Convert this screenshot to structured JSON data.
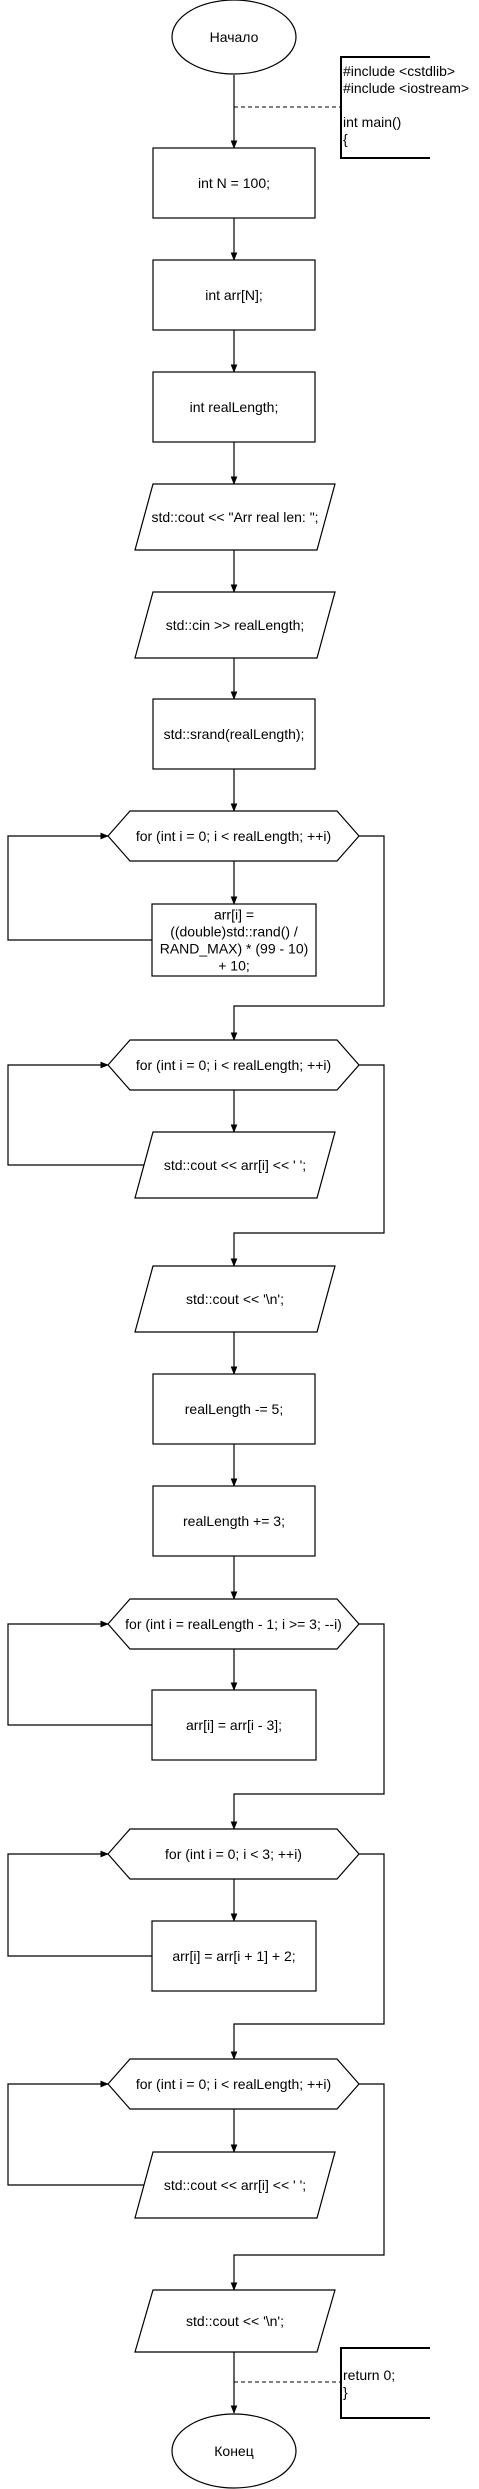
{
  "flowchart": {
    "start": "Начало",
    "end": "Конец",
    "annotation_top": [
      "#include <cstdlib>",
      "#include <iostream>",
      "",
      "int main()",
      "{"
    ],
    "annotation_bottom": [
      "return 0;",
      "}"
    ],
    "nodes": [
      {
        "kind": "process",
        "lines": [
          "int N = 100;"
        ]
      },
      {
        "kind": "process",
        "lines": [
          "int arr[N];"
        ]
      },
      {
        "kind": "process",
        "lines": [
          "int realLength;"
        ]
      },
      {
        "kind": "io",
        "lines": [
          "std::cout << \"Arr real len: \";"
        ]
      },
      {
        "kind": "io",
        "lines": [
          "std::cin >> realLength;"
        ]
      },
      {
        "kind": "process",
        "lines": [
          "std::srand(realLength);"
        ]
      },
      {
        "kind": "loop",
        "lines": [
          "for (int i = 0; i < realLength; ++i)"
        ]
      },
      {
        "kind": "process",
        "lines": [
          "arr[i] =",
          "((double)std::rand() /",
          "RAND_MAX) * (99 - 10)",
          "+ 10;"
        ]
      },
      {
        "kind": "loop",
        "lines": [
          "for (int i = 0; i < realLength; ++i)"
        ]
      },
      {
        "kind": "io",
        "lines": [
          "std::cout << arr[i] << ' ';"
        ]
      },
      {
        "kind": "io",
        "lines": [
          "std::cout << '\\n';"
        ]
      },
      {
        "kind": "process",
        "lines": [
          "realLength -= 5;"
        ]
      },
      {
        "kind": "process",
        "lines": [
          "realLength += 3;"
        ]
      },
      {
        "kind": "loop",
        "lines": [
          "for (int i = realLength - 1; i >= 3; --i)"
        ]
      },
      {
        "kind": "process",
        "lines": [
          "arr[i] = arr[i - 3];"
        ]
      },
      {
        "kind": "loop",
        "lines": [
          "for (int i = 0; i < 3; ++i)"
        ]
      },
      {
        "kind": "process",
        "lines": [
          "arr[i] = arr[i + 1] + 2;"
        ]
      },
      {
        "kind": "loop",
        "lines": [
          "for (int i = 0; i < realLength; ++i)"
        ]
      },
      {
        "kind": "io",
        "lines": [
          "std::cout << arr[i] << ' ';"
        ]
      },
      {
        "kind": "io",
        "lines": [
          "std::cout << '\\n';"
        ]
      }
    ]
  }
}
